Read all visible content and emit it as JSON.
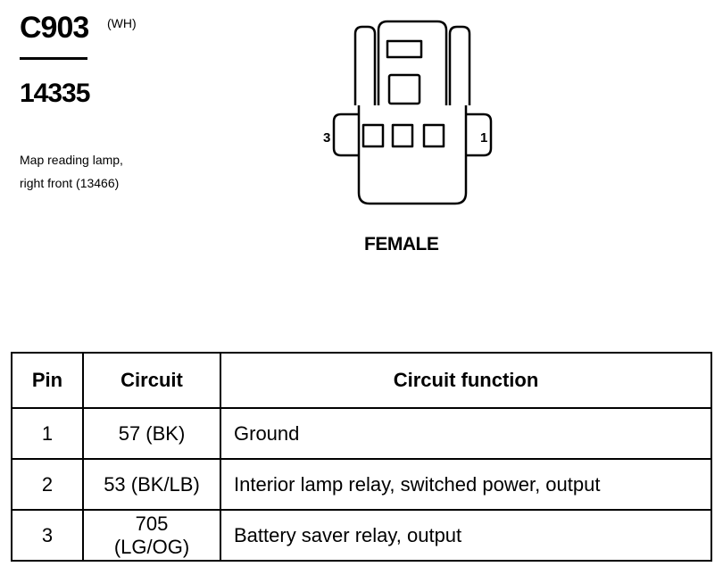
{
  "header": {
    "connector_id": "C903",
    "color_code": "(WH)",
    "part_number": "14335",
    "description_line1": "Map reading lamp,",
    "description_line2": "right front (13466)"
  },
  "diagram": {
    "pin_left_label": "3",
    "pin_right_label": "1",
    "gender": "FEMALE"
  },
  "table": {
    "headers": [
      "Pin",
      "Circuit",
      "Circuit function"
    ],
    "rows": [
      {
        "pin": "1",
        "circuit": "57 (BK)",
        "function": "Ground"
      },
      {
        "pin": "2",
        "circuit": "53 (BK/LB)",
        "function": "Interior lamp relay, switched power, output"
      },
      {
        "pin": "3",
        "circuit": "705 (LG/OG)",
        "function": "Battery saver relay, output"
      }
    ]
  }
}
